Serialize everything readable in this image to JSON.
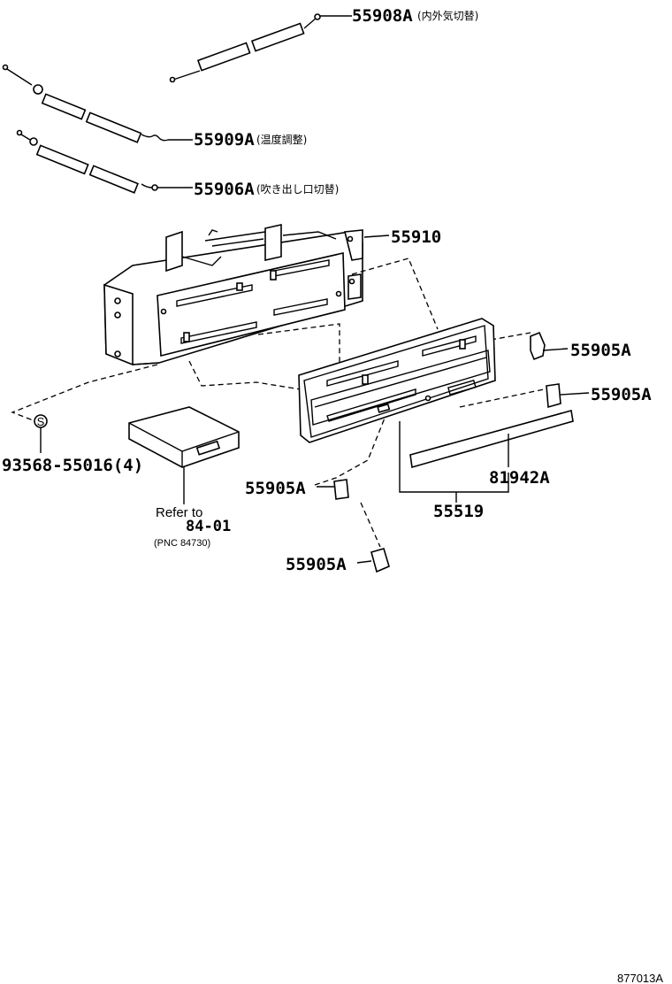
{
  "labels": {
    "cable_fresh_recirc": {
      "part": "55908A",
      "note": "(内外気切替)"
    },
    "cable_temp": {
      "part": "55909A",
      "note": "(温度調整)"
    },
    "cable_mode": {
      "part": "55906A",
      "note": "(吹き出し口切替)"
    },
    "control_assy": "55910",
    "knob_1": "55905A",
    "knob_2": "55905A",
    "knob_3": "55905A",
    "knob_4": "55905A",
    "plate": "81942A",
    "panel": "55519",
    "screw": "93568-55016(4)",
    "screw_symbol": "S",
    "refer_line1": "Refer to",
    "refer_line2": "84-01",
    "refer_pnc": "(PNC 84730)",
    "diagram_code": "877013A"
  }
}
